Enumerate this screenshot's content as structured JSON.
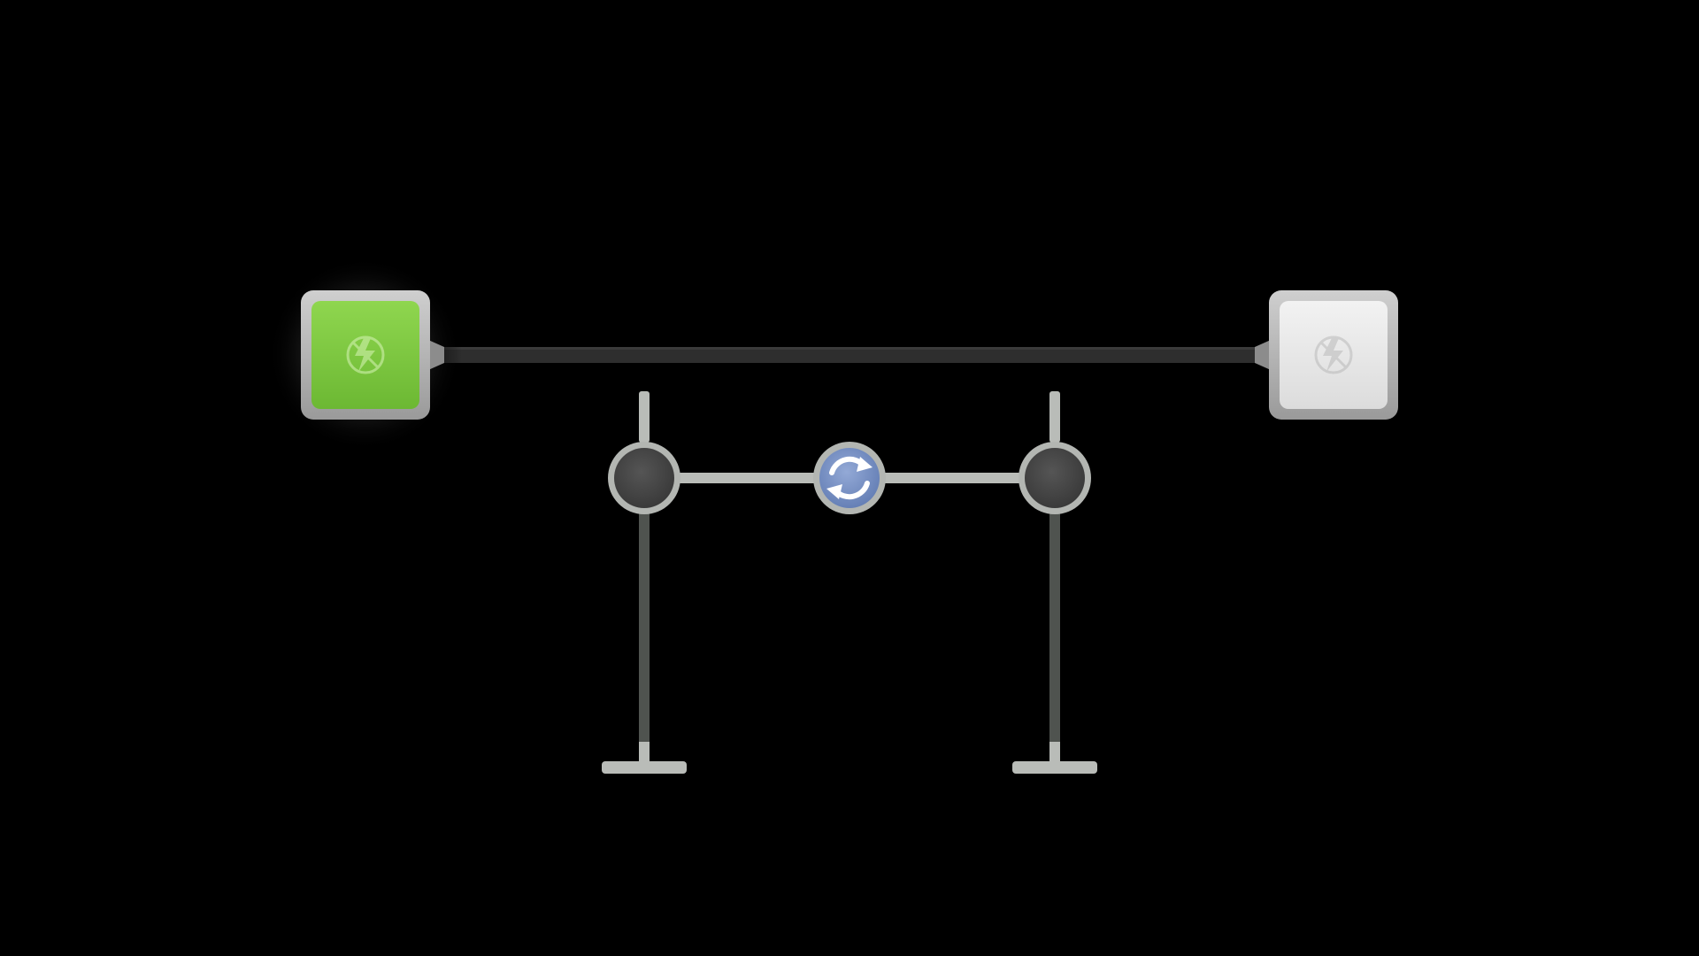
{
  "puzzle": {
    "source_node": {
      "state": "powered",
      "icon": "lightning-bolt-icon",
      "color": "#7ac943"
    },
    "target_node": {
      "state": "unpowered",
      "icon": "lightning-bolt-icon",
      "color": "#e6e6e6"
    },
    "main_cable": {
      "color": "#2e2e2e"
    },
    "pipe_junctions": [
      {
        "id": "left-junction",
        "color": "#444444"
      },
      {
        "id": "right-junction",
        "color": "#444444"
      }
    ],
    "rotate_button": {
      "icon": "rotate-arrows-icon",
      "color": "#7a93c4"
    },
    "pipe_colors": {
      "light": "#b9bcb8",
      "dark": "#4f534f"
    }
  }
}
